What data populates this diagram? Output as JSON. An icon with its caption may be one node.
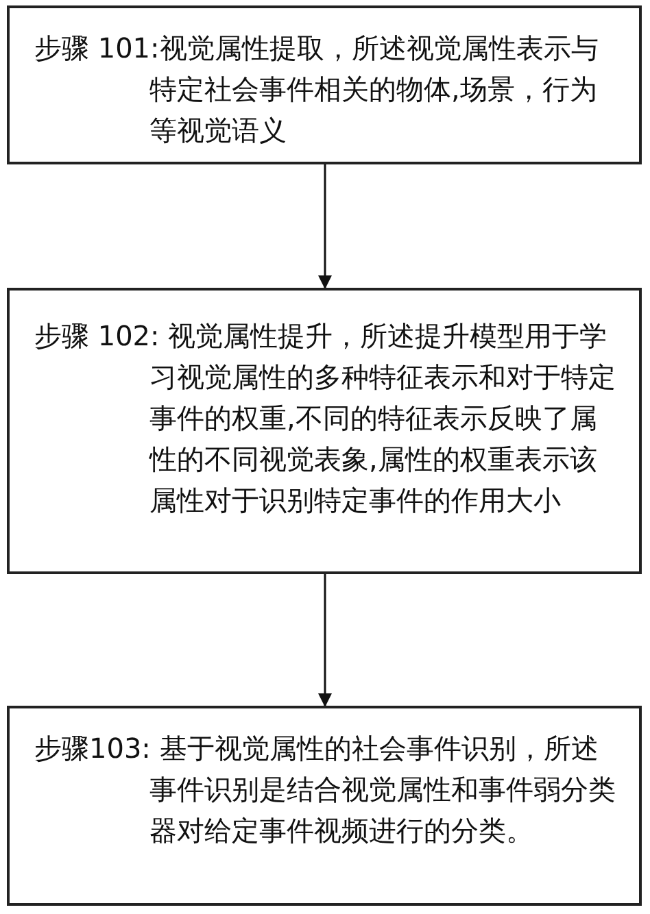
{
  "diagram": {
    "nodes": [
      {
        "text": [
          "步骤 101:视觉属性提取，所述视觉属性表示与特定社会事件相关的物体,场景，行为等视觉语义"
        ]
      },
      {
        "text": [
          "步骤 102: 视觉属性提升，所述提升模型用于学习视觉属性的多种特征表示和对于特定事件的权重,不同的特征表示反映了属性的不同视觉表象,属性的权重表示该属性对于识别特定事件的作用大小"
        ]
      },
      {
        "text": [
          "步骤103: 基于视觉属性的社会事件识别，所述事件识别是结合视觉属性和事件弱分类器对给定事件视频进行的分类。"
        ]
      }
    ],
    "edges": [
      {
        "from": 0,
        "to": 1,
        "arrow": "to"
      },
      {
        "from": 1,
        "to": 2,
        "arrow": "to"
      }
    ]
  }
}
